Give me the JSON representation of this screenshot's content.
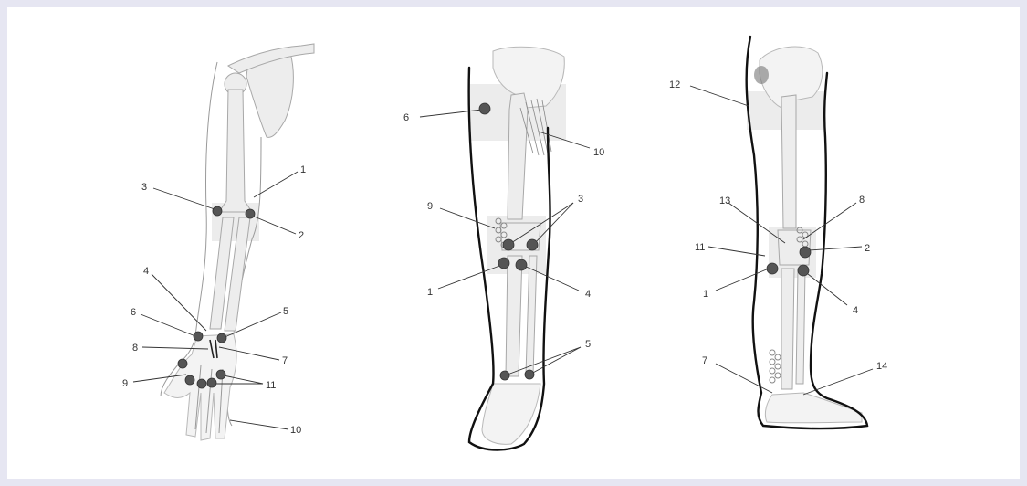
{
  "figures": [
    {
      "name": "arm",
      "labels": [
        {
          "id": "arm-label-1",
          "text": "1"
        },
        {
          "id": "arm-label-2",
          "text": "2"
        },
        {
          "id": "arm-label-3",
          "text": "3"
        },
        {
          "id": "arm-label-4",
          "text": "4"
        },
        {
          "id": "arm-label-5",
          "text": "5"
        },
        {
          "id": "arm-label-6",
          "text": "6"
        },
        {
          "id": "arm-label-7",
          "text": "7"
        },
        {
          "id": "arm-label-8",
          "text": "8"
        },
        {
          "id": "arm-label-9",
          "text": "9"
        },
        {
          "id": "arm-label-10",
          "text": "10"
        },
        {
          "id": "arm-label-11",
          "text": "11"
        }
      ]
    },
    {
      "name": "leg-front",
      "labels": [
        {
          "id": "leg-front-label-1",
          "text": "1"
        },
        {
          "id": "leg-front-label-3",
          "text": "3"
        },
        {
          "id": "leg-front-label-4",
          "text": "4"
        },
        {
          "id": "leg-front-label-5",
          "text": "5"
        },
        {
          "id": "leg-front-label-6",
          "text": "6"
        },
        {
          "id": "leg-front-label-9",
          "text": "9"
        },
        {
          "id": "leg-front-label-10",
          "text": "10"
        }
      ]
    },
    {
      "name": "leg-side",
      "labels": [
        {
          "id": "leg-side-label-1",
          "text": "1"
        },
        {
          "id": "leg-side-label-2",
          "text": "2"
        },
        {
          "id": "leg-side-label-4",
          "text": "4"
        },
        {
          "id": "leg-side-label-7",
          "text": "7"
        },
        {
          "id": "leg-side-label-8",
          "text": "8"
        },
        {
          "id": "leg-side-label-11",
          "text": "11"
        },
        {
          "id": "leg-side-label-12",
          "text": "12"
        },
        {
          "id": "leg-side-label-13",
          "text": "13"
        },
        {
          "id": "leg-side-label-14",
          "text": "14"
        }
      ]
    }
  ]
}
